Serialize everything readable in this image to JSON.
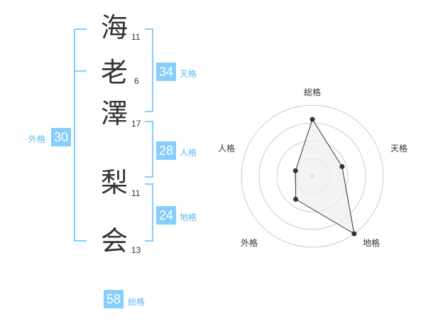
{
  "name": {
    "chars": [
      {
        "char": "海",
        "strokes": "11"
      },
      {
        "char": "老",
        "strokes": "6"
      },
      {
        "char": "澤",
        "strokes": "17"
      },
      {
        "char": "梨",
        "strokes": "11"
      },
      {
        "char": "会",
        "strokes": "13"
      }
    ]
  },
  "scores": {
    "tenkaku": {
      "value": "34",
      "label": "天格"
    },
    "jinkaku": {
      "value": "28",
      "label": "人格"
    },
    "chikaku": {
      "value": "24",
      "label": "地格"
    },
    "gaikaku": {
      "value": "30",
      "label": "外格"
    },
    "soukaku": {
      "value": "58",
      "label": "総格"
    }
  },
  "chart_data": {
    "type": "radar",
    "axes": [
      "総格",
      "天格",
      "地格",
      "外格",
      "人格"
    ],
    "values": [
      0.8,
      0.44,
      1.0,
      0.4,
      0.25
    ],
    "rings": 4,
    "colors": {
      "line": "#333333",
      "fill": "#eeeeee",
      "grid": "#cccccc",
      "center": "#bbbbbb"
    }
  }
}
